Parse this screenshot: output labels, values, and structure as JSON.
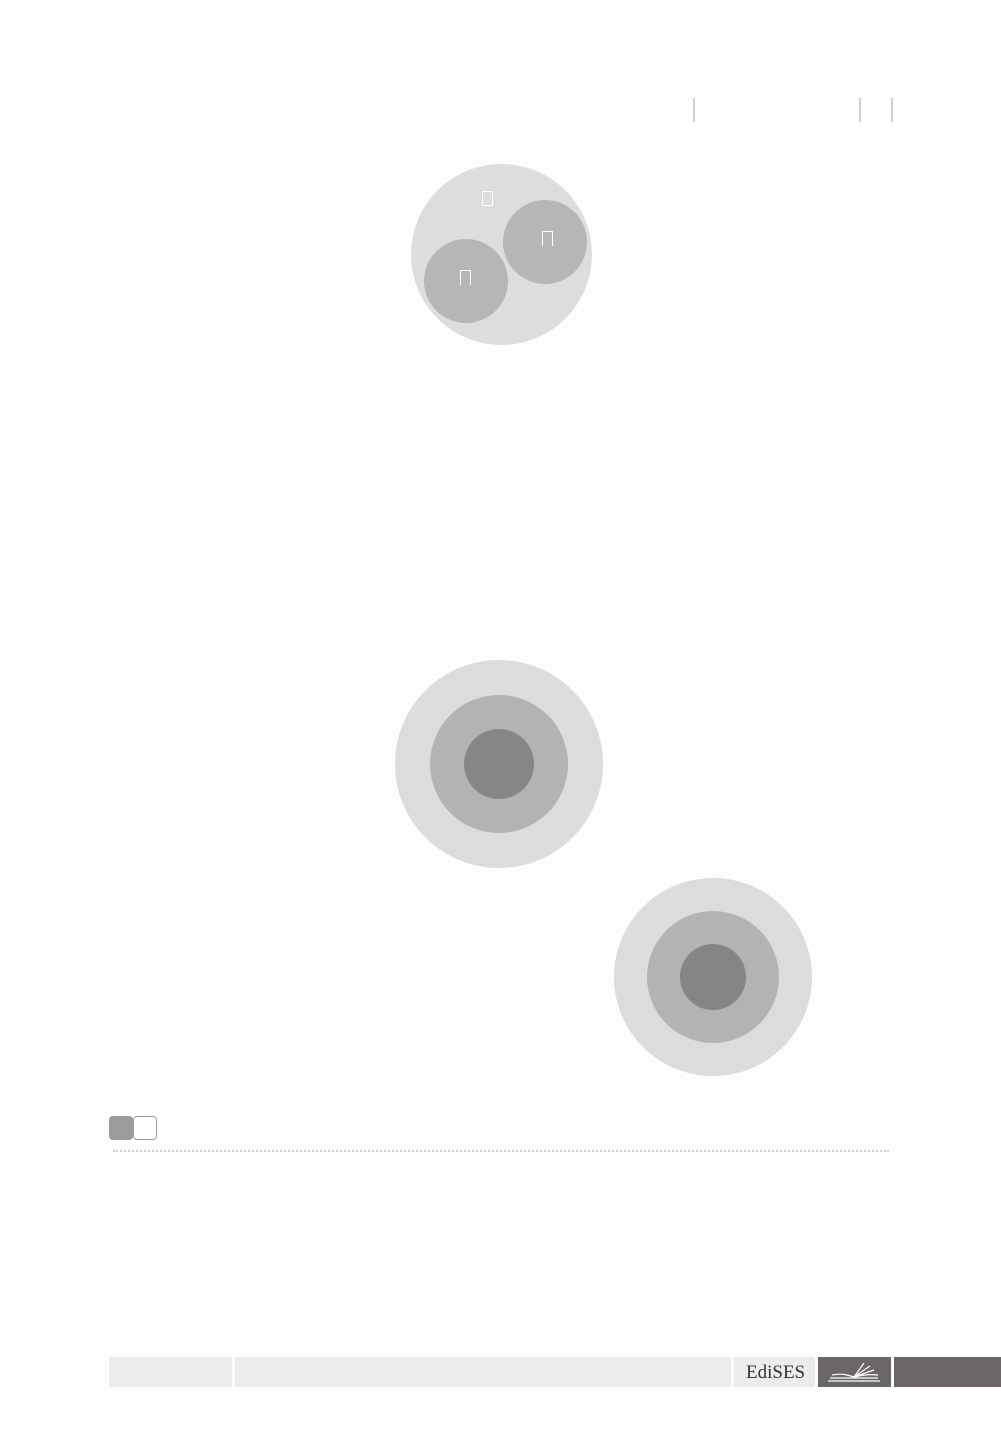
{
  "header": {
    "rules": [
      "rule-1",
      "rule-2",
      "rule-3"
    ]
  },
  "figure_venn": {
    "outer": {
      "color": "#dddddd",
      "label_icon": "box-glyph"
    },
    "inner_right": {
      "color": "#b6b6b8",
      "label_icon": "box-glyph"
    },
    "inner_left": {
      "color": "#b6b6b8",
      "label_icon": "box-glyph"
    }
  },
  "figure_concentric_1": {
    "colors": [
      "#dcdcdc",
      "#b3b3b5",
      "#868688"
    ]
  },
  "figure_concentric_2": {
    "colors": [
      "#dcdcdc",
      "#b3b3b5",
      "#858587"
    ]
  },
  "section_marker": {
    "left_color": "#9c9c9e",
    "right_color": "#ffffff"
  },
  "footer": {
    "brand": "EdiSES",
    "logo_icon": "open-book-icon",
    "colors": {
      "light": "#ececec",
      "dark": "#6b6769"
    }
  }
}
